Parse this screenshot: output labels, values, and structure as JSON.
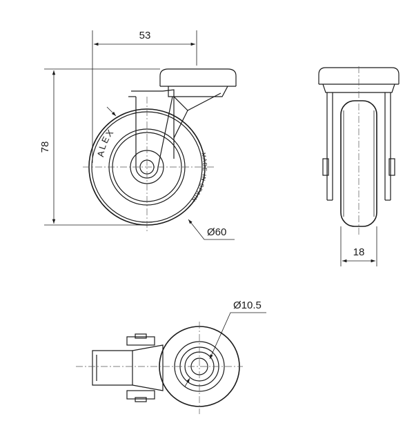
{
  "dimensions": {
    "width": "53",
    "height": "78",
    "wheel_diameter": "Ø60",
    "wheel_width": "18",
    "bore_diameter": "Ø10.5"
  },
  "wheel_markings": {
    "brand": "ALEX",
    "origin": "MADE IN SPAIN"
  }
}
